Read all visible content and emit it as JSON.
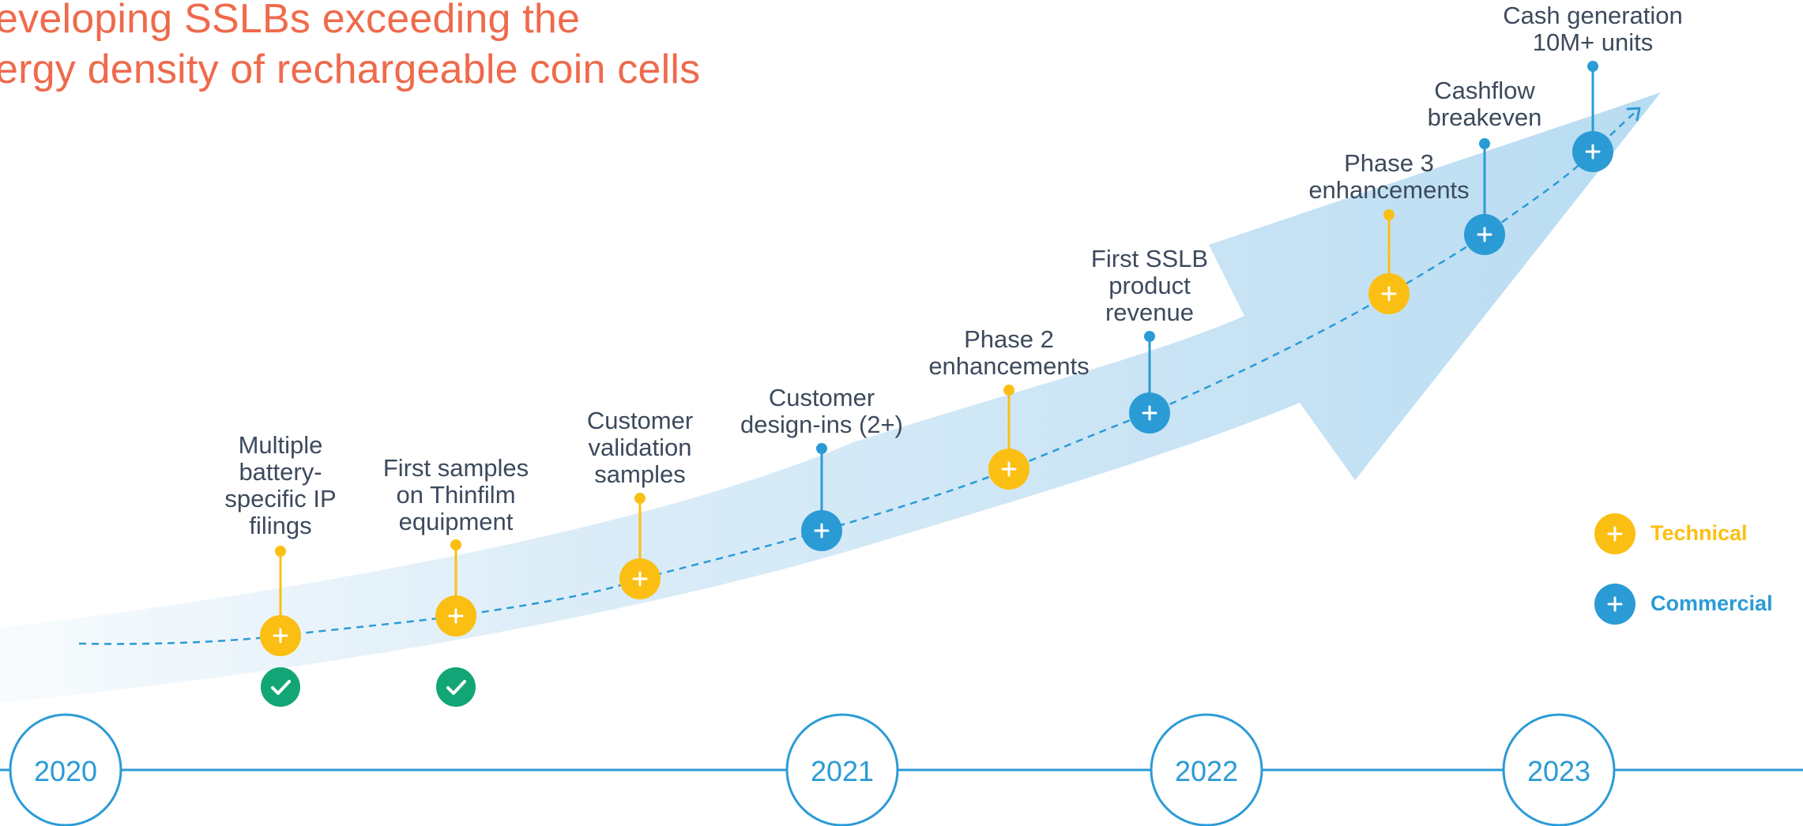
{
  "title": {
    "line1": "eveloping SSLBs exceeding the",
    "line2": "ergy density of rechargeable coin cells"
  },
  "colors": {
    "technical": "#fbbf13",
    "commercial": "#2b9bd6",
    "done": "#12a676",
    "title": "#ef6a4c",
    "text": "#3d4a5c"
  },
  "milestones": [
    {
      "id": "ip-filings",
      "type": "technical",
      "lines": [
        "Multiple",
        "battery-",
        "specific IP",
        "filings"
      ],
      "completed": true
    },
    {
      "id": "first-samples",
      "type": "technical",
      "lines": [
        "First samples",
        "on Thinfilm",
        "equipment"
      ],
      "completed": true
    },
    {
      "id": "validation-samples",
      "type": "technical",
      "lines": [
        "Customer",
        "validation",
        "samples"
      ],
      "completed": false
    },
    {
      "id": "design-ins",
      "type": "commercial",
      "lines": [
        "Customer",
        "design-ins (2+)"
      ],
      "completed": false
    },
    {
      "id": "phase2",
      "type": "technical",
      "lines": [
        "Phase 2",
        "enhancements"
      ],
      "completed": false
    },
    {
      "id": "first-revenue",
      "type": "commercial",
      "lines": [
        "First SSLB",
        "product",
        "revenue"
      ],
      "completed": false
    },
    {
      "id": "phase3",
      "type": "technical",
      "lines": [
        "Phase 3",
        "enhancements"
      ],
      "completed": false
    },
    {
      "id": "breakeven",
      "type": "commercial",
      "lines": [
        "Cashflow",
        "breakeven"
      ],
      "completed": false
    },
    {
      "id": "cash-generation",
      "type": "commercial",
      "lines": [
        "Cash generation",
        "10M+ units"
      ],
      "completed": false
    }
  ],
  "years": [
    "2020",
    "2021",
    "2022",
    "2023"
  ],
  "legend": [
    {
      "type": "technical",
      "label": "Technical",
      "icon": "plus-icon"
    },
    {
      "type": "commercial",
      "label": "Commercial",
      "icon": "plus-icon"
    }
  ]
}
